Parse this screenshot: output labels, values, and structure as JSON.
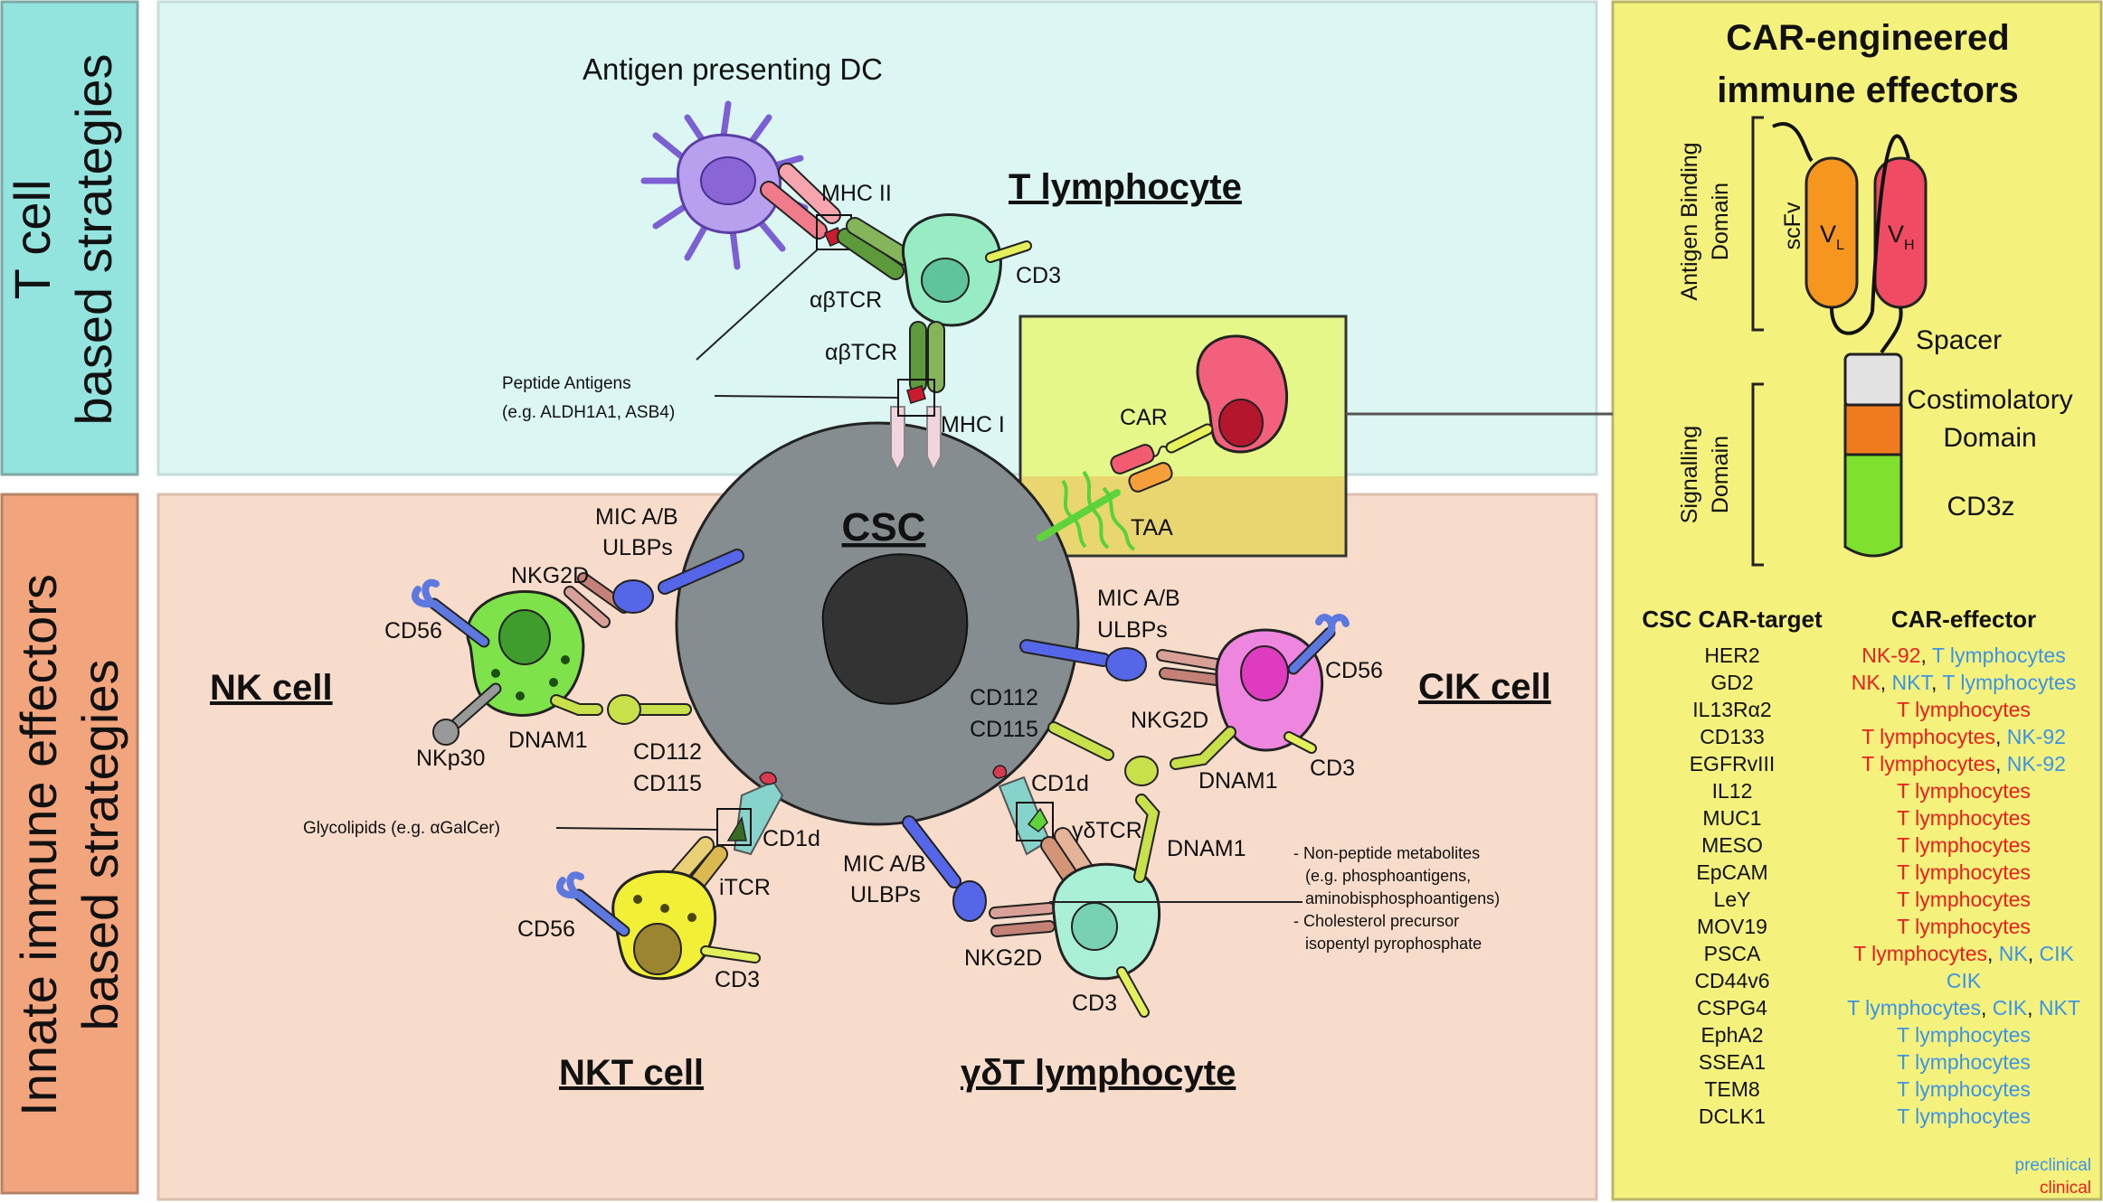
{
  "colors": {
    "tcell_panel": "#dcf7f3",
    "innate_panel": "#f8dccb",
    "car_panel": "#f4f27d",
    "tcell_tab": "#93e4df",
    "innate_tab": "#f2a47d",
    "csc_body": "#858d90",
    "clinical": "#ee1c1c",
    "preclinical": "#3b93e8"
  },
  "side_labels": {
    "tcell_line1": "T cell",
    "tcell_line2": "based strategies",
    "innate_line1": "Innate immune effectors",
    "innate_line2": "based strategies"
  },
  "csc": {
    "label": "CSC"
  },
  "tcell_panel": {
    "dc_label": "Antigen presenting DC",
    "mhc2": "MHC II",
    "abtcr1": "αβTCR",
    "abtcr2": "αβTCR",
    "t_lymphocyte": "T lymphocyte",
    "cd3": "CD3",
    "peptide_line1": "Peptide Antigens",
    "peptide_line2": "(e.g. ALDH1A1, ASB4)",
    "mhc1": "MHC I",
    "car": "CAR",
    "taa": "TAA"
  },
  "innate_panel": {
    "nk_cell": "NK cell",
    "nk_cd56": "CD56",
    "nk_nkg2d": "NKG2D",
    "nk_mic_line1": "MIC A/B",
    "nk_mic_line2": "ULBPs",
    "nk_dnam1": "DNAM1",
    "nk_nkp30": "NKp30",
    "nk_cd112": "CD112",
    "nk_cd115": "CD115",
    "glycolipids": "Glycolipids (e.g. αGalCer)",
    "nkt_cd1d": "CD1d",
    "nkt_itcr": "iTCR",
    "nkt_cd56": "CD56",
    "nkt_cd3": "CD3",
    "nkt_cell": "NKT cell",
    "gd_mic_line1": "MIC A/B",
    "gd_mic_line2": "ULBPs",
    "gd_nkg2d": "NKG2D",
    "gd_cd3": "CD3",
    "gd_cd1d": "CD1d",
    "gd_tcr": "γδTCR",
    "gd_dnam1": "DNAM1",
    "gd_note1": "- Non-peptide metabolites",
    "gd_note2": "(e.g. phosphoantigens,",
    "gd_note3": "aminobisphosphoantigens)",
    "gd_note4": "- Cholesterol precursor",
    "gd_note5": "isopentyl pyrophosphate",
    "gd_lymphocyte": "γδT lymphocyte",
    "cik_mic_line1": "MIC A/B",
    "cik_mic_line2": "ULBPs",
    "cik_nkg2d": "NKG2D",
    "cik_cd56": "CD56",
    "cik_cell": "CIK cell",
    "cik_cd112": "CD112",
    "cik_cd115": "CD115",
    "cik_dnam1": "DNAM1",
    "cik_cd3": "CD3"
  },
  "car_panel": {
    "title_line1": "CAR-engineered",
    "title_line2": "immune effectors",
    "abd_line1": "Antigen Binding",
    "abd_line2": "Domain",
    "scfv": "scFv",
    "vl": "V",
    "vl_sub": "L",
    "vh": "V",
    "vh_sub": "H",
    "spacer": "Spacer",
    "sig_line1": "Signalling",
    "sig_line2": "Domain",
    "costim_line1": "Costimolatory",
    "costim_line2": "Domain",
    "cd3z": "CD3z",
    "col_target": "CSC CAR-target",
    "col_effector": "CAR-effector",
    "rows": [
      {
        "target": "HER2",
        "effectors": [
          {
            "t": "NK-92",
            "s": "clinical"
          },
          {
            "t": ", ",
            "s": "plain"
          },
          {
            "t": "T lymphocytes",
            "s": "preclinical"
          }
        ]
      },
      {
        "target": "GD2",
        "effectors": [
          {
            "t": "NK",
            "s": "clinical"
          },
          {
            "t": ", ",
            "s": "plain"
          },
          {
            "t": "NKT",
            "s": "preclinical"
          },
          {
            "t": ", ",
            "s": "plain"
          },
          {
            "t": "T lymphocytes",
            "s": "preclinical"
          }
        ]
      },
      {
        "target": "IL13Rα2",
        "effectors": [
          {
            "t": "T lymphocytes",
            "s": "clinical"
          }
        ]
      },
      {
        "target": "CD133",
        "effectors": [
          {
            "t": "T lymphocytes",
            "s": "clinical"
          },
          {
            "t": ", ",
            "s": "plain"
          },
          {
            "t": "NK-92",
            "s": "preclinical"
          }
        ]
      },
      {
        "target": "EGFRvIII",
        "effectors": [
          {
            "t": "T lymphocytes",
            "s": "clinical"
          },
          {
            "t": ", ",
            "s": "plain"
          },
          {
            "t": "NK-92",
            "s": "preclinical"
          }
        ]
      },
      {
        "target": "IL12",
        "effectors": [
          {
            "t": "T lymphocytes",
            "s": "clinical"
          }
        ]
      },
      {
        "target": "MUC1",
        "effectors": [
          {
            "t": "T lymphocytes",
            "s": "clinical"
          }
        ]
      },
      {
        "target": "MESO",
        "effectors": [
          {
            "t": "T lymphocytes",
            "s": "clinical"
          }
        ]
      },
      {
        "target": "EpCAM",
        "effectors": [
          {
            "t": "T lymphocytes",
            "s": "clinical"
          }
        ]
      },
      {
        "target": "LeY",
        "effectors": [
          {
            "t": "T lymphocytes",
            "s": "clinical"
          }
        ]
      },
      {
        "target": "MOV19",
        "effectors": [
          {
            "t": "T lymphocytes",
            "s": "clinical"
          }
        ]
      },
      {
        "target": "PSCA",
        "effectors": [
          {
            "t": "T lymphocytes",
            "s": "clinical"
          },
          {
            "t": ", ",
            "s": "plain"
          },
          {
            "t": "NK",
            "s": "preclinical"
          },
          {
            "t": ", ",
            "s": "plain"
          },
          {
            "t": "CIK",
            "s": "preclinical"
          }
        ]
      },
      {
        "target": "CD44v6",
        "effectors": [
          {
            "t": "CIK",
            "s": "preclinical"
          }
        ]
      },
      {
        "target": "CSPG4",
        "effectors": [
          {
            "t": "T lymphocytes",
            "s": "preclinical"
          },
          {
            "t": ", ",
            "s": "plain"
          },
          {
            "t": "CIK",
            "s": "preclinical"
          },
          {
            "t": ", ",
            "s": "plain"
          },
          {
            "t": "NKT",
            "s": "preclinical"
          }
        ]
      },
      {
        "target": "EphA2",
        "effectors": [
          {
            "t": "T lymphocytes",
            "s": "preclinical"
          }
        ]
      },
      {
        "target": "SSEA1",
        "effectors": [
          {
            "t": "T lymphocytes",
            "s": "preclinical"
          }
        ]
      },
      {
        "target": "TEM8",
        "effectors": [
          {
            "t": "T lymphocytes",
            "s": "preclinical"
          }
        ]
      },
      {
        "target": "DCLK1",
        "effectors": [
          {
            "t": "T lymphocytes",
            "s": "preclinical"
          }
        ]
      }
    ],
    "legend_preclinical": "preclinical",
    "legend_clinical": "clinical"
  }
}
